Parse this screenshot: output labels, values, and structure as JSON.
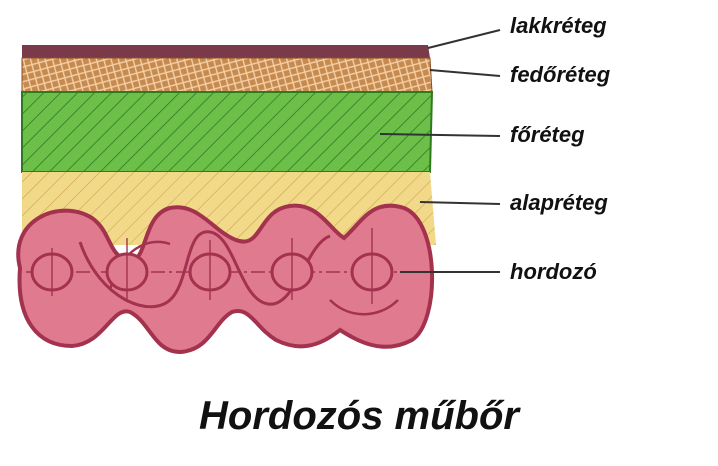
{
  "title": "Hordozós műbőr",
  "layers": [
    {
      "key": "lacquer",
      "label": "lakkréteg",
      "color": "#7a3a4a"
    },
    {
      "key": "top",
      "label": "fedőréteg",
      "color": "#b06a30"
    },
    {
      "key": "main",
      "label": "főréteg",
      "color": "#6cc04a"
    },
    {
      "key": "base",
      "label": "alapréteg",
      "color": "#f2d98a"
    },
    {
      "key": "carrier",
      "label": "hordozó",
      "color": "#e07a8e"
    }
  ],
  "colors": {
    "outline": "#a3324e",
    "leader": "#333333",
    "text": "#111111"
  }
}
